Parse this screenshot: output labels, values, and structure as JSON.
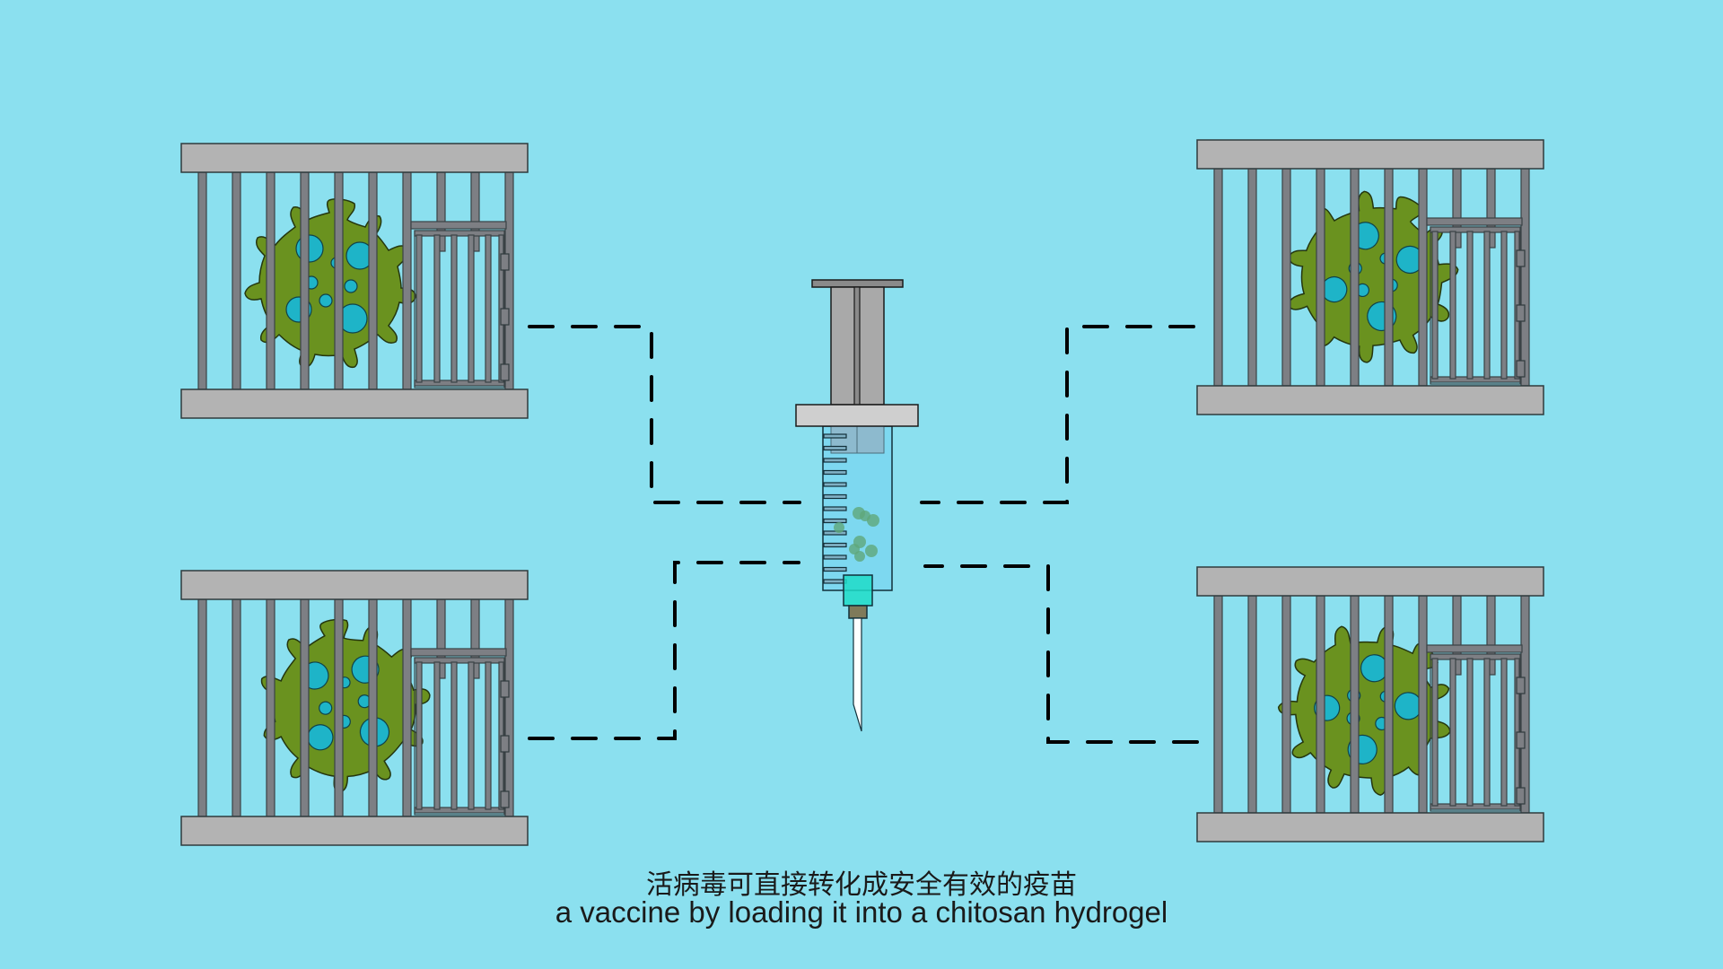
{
  "scene": {
    "background_color": "#8be0ef",
    "description": "Four cages each containing a virus, connected by dashed lines to a central syringe",
    "cages": [
      {
        "id": "top-left",
        "contains": "virus-icon"
      },
      {
        "id": "top-right",
        "contains": "virus-icon"
      },
      {
        "id": "bottom-left",
        "contains": "virus-icon"
      },
      {
        "id": "bottom-right",
        "contains": "virus-icon"
      }
    ],
    "center_object": "syringe-icon",
    "colors": {
      "cage_plate": "#b3b3b3",
      "cage_bar": "#7d7f84",
      "virus": "#6a921f",
      "virus_spot": "#1eb4c8",
      "syringe_liquid": "#7dd8f0",
      "syringe_hub": "#1fdcc8",
      "needle": "#ffffff"
    }
  },
  "captions": {
    "chinese": "活病毒可直接转化成安全有效的疫苗",
    "english": "a vaccine by loading it into a chitosan hydrogel"
  }
}
